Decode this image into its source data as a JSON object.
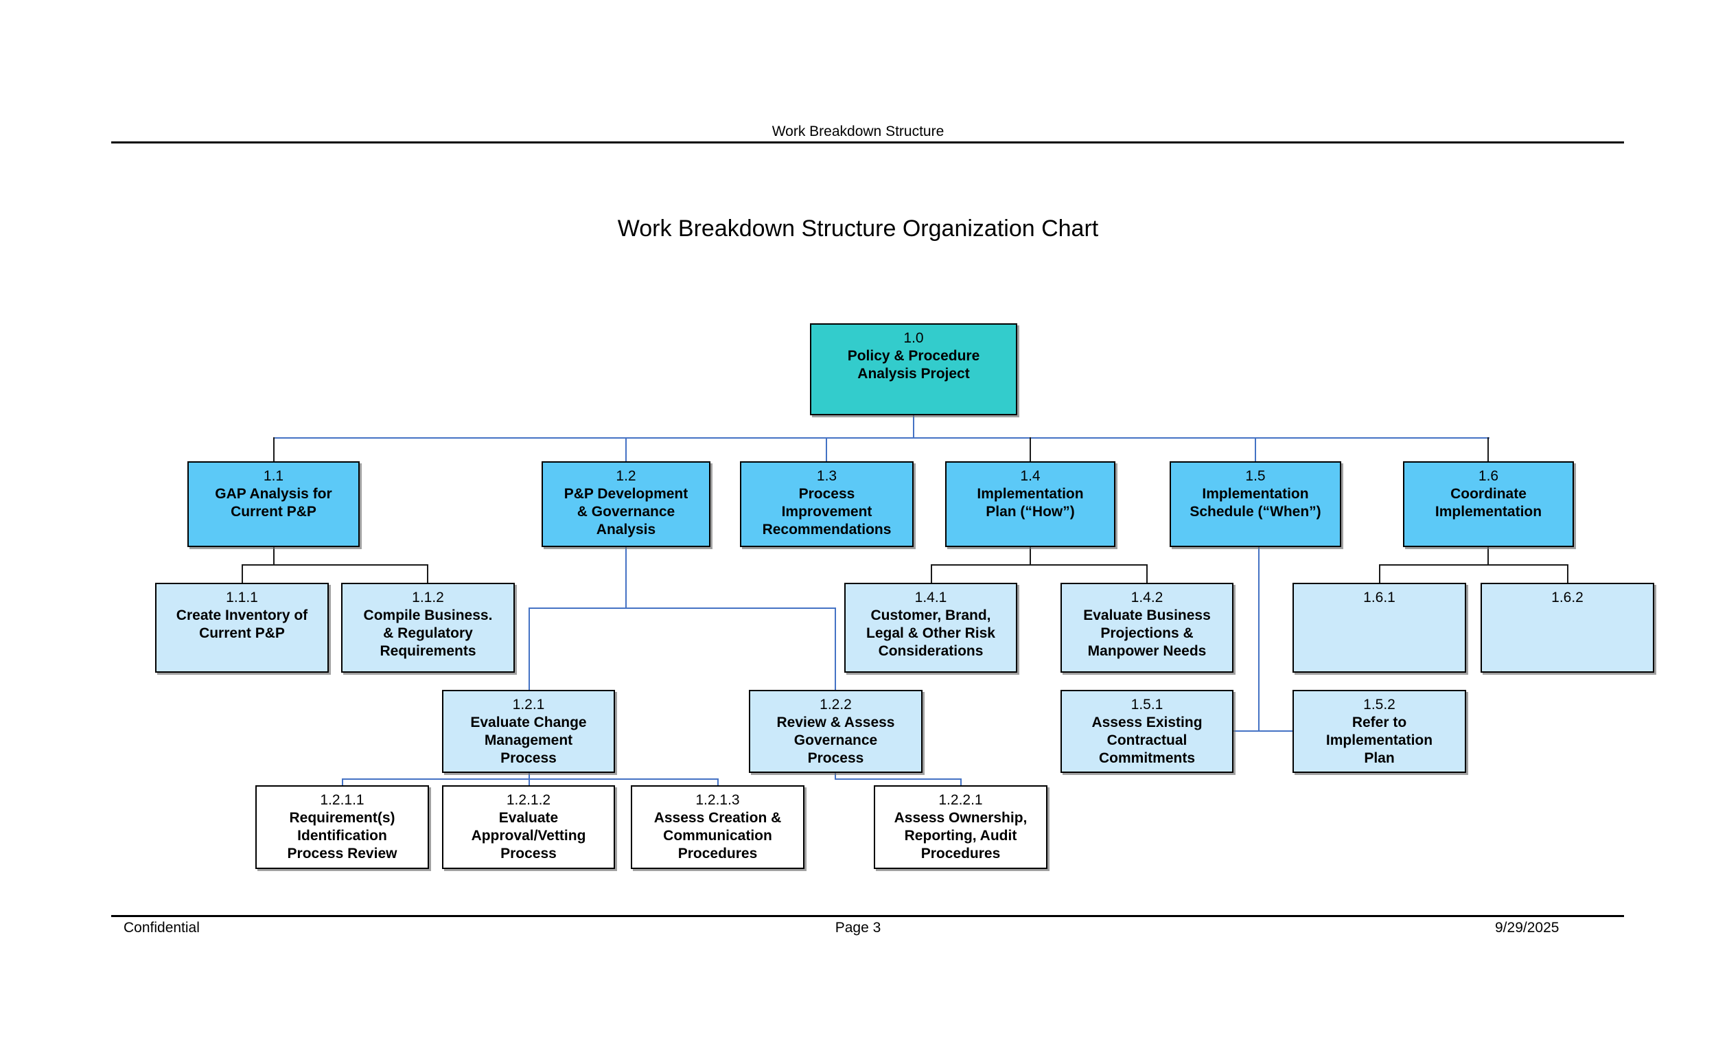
{
  "header": {
    "title": "Work Breakdown Structure"
  },
  "chart": {
    "title": "Work Breakdown Structure Organization Chart"
  },
  "footer": {
    "left": "Confidential",
    "center": "Page 3",
    "right": "9/29/2025"
  },
  "colors": {
    "level1": "#33cccc",
    "level2": "#5cc9f7",
    "level3": "#cbe9fa",
    "level4": "#ffffff",
    "connector_blue": "#4472c4",
    "connector_black": "#1a1a1a",
    "border": "#000000"
  },
  "nodes": [
    {
      "id": "1.0",
      "level": 1,
      "number": "1.0",
      "lines": [
        "Policy & Procedure",
        "Analysis Project"
      ]
    },
    {
      "id": "1.1",
      "level": 2,
      "number": "1.1",
      "lines": [
        "GAP Analysis for",
        "Current P&P"
      ]
    },
    {
      "id": "1.2",
      "level": 2,
      "number": "1.2",
      "lines": [
        "P&P Development",
        "& Governance",
        "Analysis"
      ]
    },
    {
      "id": "1.3",
      "level": 2,
      "number": "1.3",
      "lines": [
        "Process",
        "Improvement",
        "Recommendations"
      ]
    },
    {
      "id": "1.4",
      "level": 2,
      "number": "1.4",
      "lines": [
        "Implementation",
        "Plan (“How”)"
      ]
    },
    {
      "id": "1.5",
      "level": 2,
      "number": "1.5",
      "lines": [
        "Implementation",
        "Schedule (“When”)"
      ]
    },
    {
      "id": "1.6",
      "level": 2,
      "number": "1.6",
      "lines": [
        "Coordinate",
        "Implementation"
      ]
    },
    {
      "id": "1.1.1",
      "level": 3,
      "number": "1.1.1",
      "lines": [
        "Create Inventory of",
        "Current P&P"
      ]
    },
    {
      "id": "1.1.2",
      "level": 3,
      "number": "1.1.2",
      "lines": [
        "Compile Business.",
        "& Regulatory",
        "Requirements"
      ]
    },
    {
      "id": "1.4.1",
      "level": 3,
      "number": "1.4.1",
      "lines": [
        "Customer, Brand,",
        "Legal & Other Risk",
        "Considerations"
      ]
    },
    {
      "id": "1.4.2",
      "level": 3,
      "number": "1.4.2",
      "lines": [
        "Evaluate Business",
        "Projections &",
        "Manpower Needs"
      ]
    },
    {
      "id": "1.6.1",
      "level": 3,
      "number": "1.6.1",
      "lines": []
    },
    {
      "id": "1.6.2",
      "level": 3,
      "number": "1.6.2",
      "lines": []
    },
    {
      "id": "1.2.1",
      "level": 3,
      "number": "1.2.1",
      "lines": [
        "Evaluate Change",
        "Management",
        "Process"
      ]
    },
    {
      "id": "1.2.2",
      "level": 3,
      "number": "1.2.2",
      "lines": [
        "Review & Assess",
        "Governance",
        "Process"
      ]
    },
    {
      "id": "1.5.1",
      "level": 3,
      "number": "1.5.1",
      "lines": [
        "Assess Existing",
        "Contractual",
        "Commitments"
      ]
    },
    {
      "id": "1.5.2",
      "level": 3,
      "number": "1.5.2",
      "lines": [
        "Refer to",
        "Implementation",
        "Plan"
      ]
    },
    {
      "id": "1.2.1.1",
      "level": 4,
      "number": "1.2.1.1",
      "lines": [
        "Requirement(s)",
        "Identification",
        "Process Review"
      ]
    },
    {
      "id": "1.2.1.2",
      "level": 4,
      "number": "1.2.1.2",
      "lines": [
        "Evaluate",
        "Approval/Vetting",
        "Process"
      ]
    },
    {
      "id": "1.2.1.3",
      "level": 4,
      "number": "1.2.1.3",
      "lines": [
        "Assess Creation &",
        "Communication",
        "Procedures"
      ]
    },
    {
      "id": "1.2.2.1",
      "level": 4,
      "number": "1.2.2.1",
      "lines": [
        "Assess Ownership,",
        "Reporting, Audit",
        "Procedures"
      ]
    }
  ]
}
